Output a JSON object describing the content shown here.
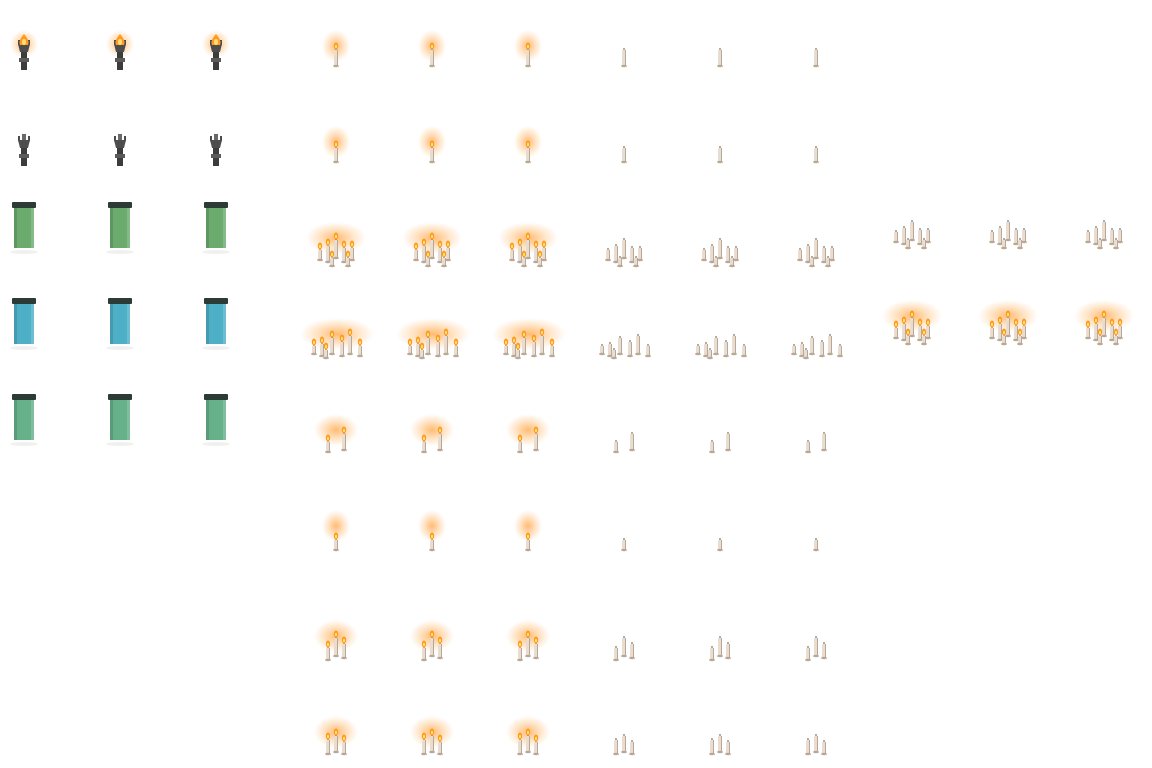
{
  "sheet": {
    "background": "#ffffff",
    "palette": {
      "flame": "#ff9a1f",
      "flame_core": "#ffe27a",
      "glow": "#ffb05a",
      "wax": "#e8ddd0",
      "wax_shadow": "#b9a895",
      "iron": "#4d4d4d",
      "green_banner": "#6bab6e",
      "blue_banner": "#4eb0c7",
      "teal_banner": "#66b08a",
      "banner_cap": "#2c3b36"
    },
    "groups": [
      {
        "name": "wall-torch",
        "kind": "torch",
        "rows": [
          {
            "row": 0,
            "frames": [
              {
                "lit": true
              },
              {
                "lit": true
              },
              {
                "lit": true
              }
            ]
          },
          {
            "row": 1,
            "frames": [
              {
                "lit": false
              },
              {
                "lit": false
              },
              {
                "lit": false
              }
            ]
          }
        ]
      },
      {
        "name": "banner",
        "kind": "banner",
        "rows": [
          {
            "row": 2,
            "variant": "green",
            "frames": 3
          },
          {
            "row": 3,
            "variant": "blue",
            "frames": 3
          },
          {
            "row": 4,
            "variant": "teal",
            "frames": 3
          }
        ]
      },
      {
        "name": "candles",
        "kind": "candles",
        "rows": [
          {
            "row": 0,
            "pattern": "single-tall",
            "lit_frames": 3,
            "unlit_frames": 3
          },
          {
            "row": 1,
            "pattern": "single-short",
            "lit_frames": 3,
            "unlit_frames": 3
          },
          {
            "row": 2,
            "pattern": "cluster-large",
            "lit_frames": 3,
            "unlit_frames": 3
          },
          {
            "row": 3,
            "pattern": "cluster-wide",
            "lit_frames": 3,
            "unlit_frames": 3
          },
          {
            "row": 4,
            "pattern": "pair",
            "lit_frames": 3,
            "unlit_frames": 3
          },
          {
            "row": 5,
            "pattern": "stub",
            "lit_frames": 3,
            "unlit_frames": 3
          },
          {
            "row": 6,
            "pattern": "triple-a",
            "lit_frames": 3,
            "unlit_frames": 3
          },
          {
            "row": 7,
            "pattern": "triple-b",
            "lit_frames": 3,
            "unlit_frames": 3
          }
        ]
      },
      {
        "name": "candles-extra",
        "kind": "candles",
        "rows": [
          {
            "row": 2,
            "pattern": "cluster-large",
            "lit": false,
            "frames": 3
          },
          {
            "row": 3,
            "pattern": "cluster-large",
            "lit": true,
            "frames": 3
          }
        ]
      }
    ]
  }
}
